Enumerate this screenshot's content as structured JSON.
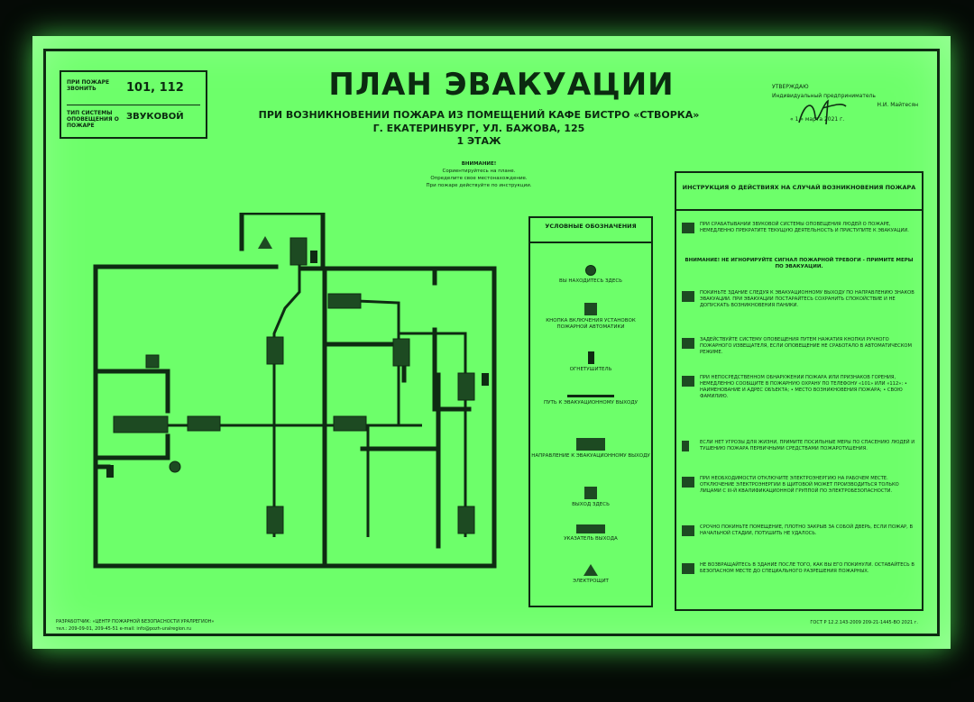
{
  "header": {
    "title": "ПЛАН ЭВАКУАЦИИ",
    "subtitle_line1": "ПРИ ВОЗНИКНОВЕНИИ ПОЖАРА ИЗ ПОМЕЩЕНИЙ КАФЕ БИСТРО «СТВОРКА»",
    "subtitle_line2": "Г. ЕКАТЕРИНБУРГ, УЛ. БАЖОВА, 125",
    "floor": "1 ЭТАЖ"
  },
  "phone_box": {
    "call_label": "ПРИ ПОЖАРЕ ЗВОНИТЬ",
    "call_value": "101, 112",
    "system_label": "ТИП СИСТЕМЫ ОПОВЕЩЕНИЯ О ПОЖАРЕ",
    "system_value": "ЗВУКОВОЙ"
  },
  "approval": {
    "label": "УТВЕРЖДАЮ",
    "position": "Индивидуальный предприниматель",
    "name": "Н.И. Майтесян",
    "date": "« 1 » марта 2021 г."
  },
  "attention": {
    "heading": "ВНИМАНИЕ!",
    "lines": [
      "Сориентируйтесь на плане.",
      "Определите свое местонахождение.",
      "При пожаре действуйте по инструкции."
    ]
  },
  "legend": {
    "heading": "УСЛОВНЫЕ ОБОЗНАЧЕНИЯ",
    "items": [
      {
        "icon": "you-are-here-icon",
        "label": "ВЫ НАХОДИТЕСЬ ЗДЕСЬ"
      },
      {
        "icon": "alarm-button-icon",
        "label": "КНОПКА ВКЛЮЧЕНИЯ УСТАНОВОК ПОЖАРНОЙ АВТОМАТИКИ"
      },
      {
        "icon": "extinguisher-icon",
        "label": "ОГНЕТУШИТЕЛЬ"
      },
      {
        "icon": "route-line-icon",
        "label": "ПУТЬ К ЭВАКУАЦИОННОМУ ВЫХОДУ"
      },
      {
        "icon": "direction-arrow-icon",
        "label": "НАПРАВЛЕНИЕ К ЭВАКУАЦИОННОМУ ВЫХОДУ"
      },
      {
        "icon": "exit-sign-icon",
        "label": "ВЫХОД ЗДЕСЬ"
      },
      {
        "icon": "exit-indicator-icon",
        "label": "УКАЗАТЕЛЬ ВЫХОДА"
      },
      {
        "icon": "electrical-panel-icon",
        "label": "ЭЛЕКТРОЩИТ"
      }
    ]
  },
  "instructions": {
    "heading": "ИНСТРУКЦИЯ О ДЕЙСТВИЯХ НА СЛУЧАЙ ВОЗНИКНОВЕНИЯ ПОЖАРА",
    "p1": "ПРИ СРАБАТЫВАНИИ ЗВУКОВОЙ СИСТЕМЫ ОПОВЕЩЕНИЯ ЛЮДЕЙ О ПОЖАРЕ, НЕМЕДЛЕННО ПРЕКРАТИТЕ ТЕКУЩУЮ ДЕЯТЕЛЬНОСТЬ И ПРИСТУПИТЕ К ЭВАКУАЦИИ.",
    "warn": "ВНИМАНИЕ! НЕ ИГНОРИРУЙТЕ СИГНАЛ ПОЖАРНОЙ ТРЕВОГИ - ПРИМИТЕ МЕРЫ ПО ЭВАКУАЦИИ.",
    "p2": "ПОКИНЬТЕ ЗДАНИЕ СЛЕДУЯ К ЭВАКУАЦИОННОМУ ВЫХОДУ ПО НАПРАВЛЕНИЮ ЗНАКОВ ЭВАКУАЦИИ. ПРИ ЭВАКУАЦИИ ПОСТАРАЙТЕСЬ СОХРАНИТЬ СПОКОЙСТВИЕ И НЕ ДОПУСКАТЬ ВОЗНИКНОВЕНИЯ ПАНИКИ.",
    "p3": "ЗАДЕЙСТВУЙТЕ СИСТЕМУ ОПОВЕЩЕНИЯ ПУТЕМ НАЖАТИЯ КНОПКИ РУЧНОГО ПОЖАРНОГО ИЗВЕЩАТЕЛЯ, ЕСЛИ ОПОВЕЩЕНИЕ НЕ СРАБОТАЛО В АВТОМАТИЧЕСКОМ РЕЖИМЕ.",
    "p4": "ПРИ НЕПОСРЕДСТВЕННОМ ОБНАРУЖЕНИИ ПОЖАРА ИЛИ ПРИЗНАКОВ ГОРЕНИЯ, НЕМЕДЛЕННО СООБЩИТЕ В ПОЖАРНУЮ ОХРАНУ ПО ТЕЛЕФОНУ «101» ИЛИ «112»: • НАИМЕНОВАНИЕ И АДРЕС ОБЪЕКТА; • МЕСТО ВОЗНИКНОВЕНИЯ ПОЖАРА; • СВОЮ ФАМИЛИЮ.",
    "p5": "ЕСЛИ НЕТ УГРОЗЫ ДЛЯ ЖИЗНИ, ПРИМИТЕ ПОСИЛЬНЫЕ МЕРЫ ПО СПАСЕНИЮ ЛЮДЕЙ И ТУШЕНИЮ ПОЖАРА ПЕРВИЧНЫМИ СРЕДСТВАМИ ПОЖАРОТУШЕНИЯ.",
    "p6": "ПРИ НЕОБХОДИМОСТИ ОТКЛЮЧИТЕ ЭЛЕКТРОЭНЕРГИЮ НА РАБОЧЕМ МЕСТЕ. ОТКЛЮЧЕНИЕ ЭЛЕКТРОЭНЕРГИИ В ЩИТОВОЙ МОЖЕТ ПРОИЗВОДИТЬСЯ ТОЛЬКО ЛИЦАМИ С III-Й КВАЛИФИКАЦИОННОЙ ГРУППОЙ ПО ЭЛЕКТРОБЕЗОПАСНОСТИ.",
    "p7": "СРОЧНО ПОКИНЬТЕ ПОМЕЩЕНИЕ, ПЛОТНО ЗАКРЫВ ЗА СОБОЙ ДВЕРЬ, ЕСЛИ ПОЖАР, В НАЧАЛЬНОЙ СТАДИИ, ПОТУШИТЬ НЕ УДАЛОСЬ.",
    "p8": "НЕ ВОЗВРАЩАЙТЕСЬ В ЗДАНИЕ ПОСЛЕ ТОГО, КАК ВЫ ЕГО ПОКИНУЛИ. ОСТАВАЙТЕСЬ В БЕЗОПАСНОМ МЕСТЕ ДО СПЕЦИАЛЬНОГО РАЗРЕШЕНИЯ ПОЖАРНЫХ."
  },
  "footer": {
    "developer": "РАЗРАБОТЧИК: «ЦЕНТР ПОЖАРНОЙ БЕЗОПАСНОСТИ УРАЛРЕГИОН»",
    "contacts": "тел.: 209-09-01, 209-45-51 e-mail: info@pozh-uralregion.ru",
    "standard": "ГОСТ Р 12.2.143-2009   209-21-1445-ВО   2021 г."
  },
  "colors": {
    "sheet": "#6dff6a",
    "lines": "#0e2b12",
    "sign": "#1d4a22"
  }
}
